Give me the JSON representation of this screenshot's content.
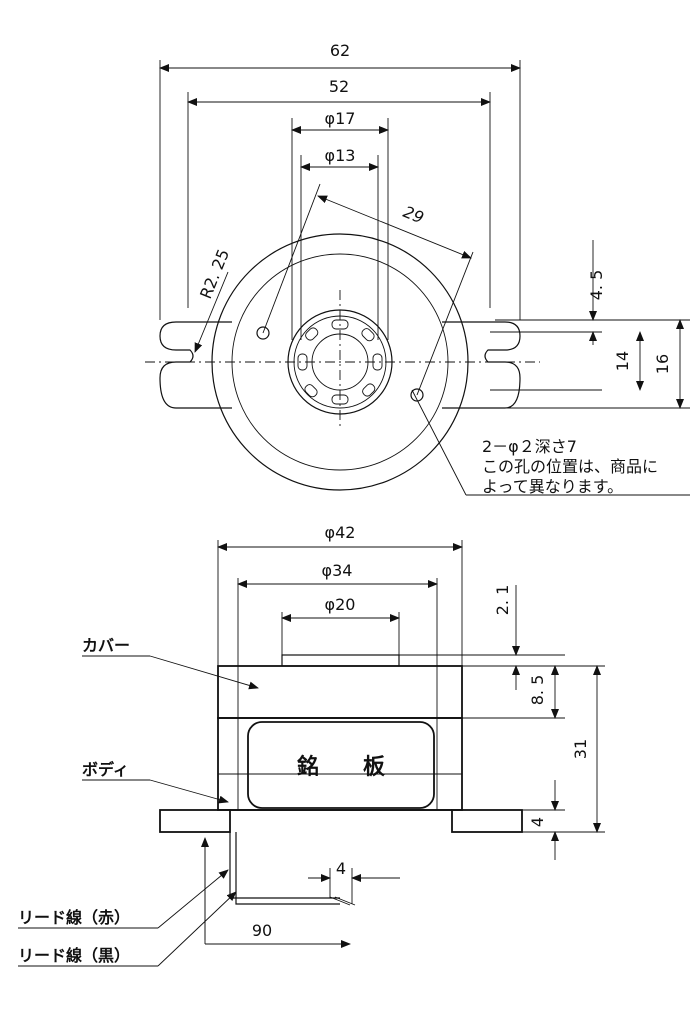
{
  "top_view": {
    "dim_width_outer": "62",
    "dim_width_inner": "52",
    "dim_dia_17": "φ17",
    "dim_dia_13": "φ13",
    "dim_hole_pitch": "29",
    "dim_radius": "R2. 25",
    "dim_4_5": "4. 5",
    "dim_14": "14",
    "dim_16": "16",
    "note_line_1": "2－φ２深さ7",
    "note_line_2": "この孔の位置は、商品に",
    "note_line_3": "よって異なります。"
  },
  "side_view": {
    "dim_dia_42": "φ42",
    "dim_dia_34": "φ34",
    "dim_dia_20": "φ20",
    "dim_2_1": "2. 1",
    "dim_8_5": "8. 5",
    "dim_31": "31",
    "dim_4_flange": "4",
    "dim_4_lead": "4",
    "dim_90": "90",
    "label_cover": "カバー",
    "label_body": "ボディ",
    "label_lead_red": "リード線（赤）",
    "label_lead_black": "リード線（黒）",
    "nameplate": "銘　　板"
  }
}
